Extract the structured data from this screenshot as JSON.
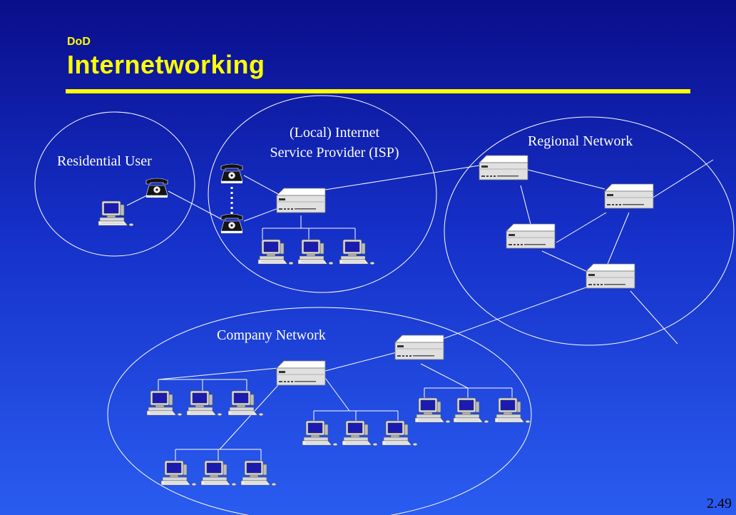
{
  "header": {
    "subtitle": "DoD",
    "title": "Internetworking"
  },
  "labels": {
    "residential": "Residential User",
    "isp_line1": "(Local) Internet",
    "isp_line2": "Service Provider (ISP)",
    "regional": "Regional Network",
    "company": "Company Network"
  },
  "page_number": "2.49",
  "colors": {
    "accent": "#ffff00",
    "line": "#ffffff",
    "background_top": "#0a0e8a",
    "background_bottom": "#2a5cf0"
  }
}
